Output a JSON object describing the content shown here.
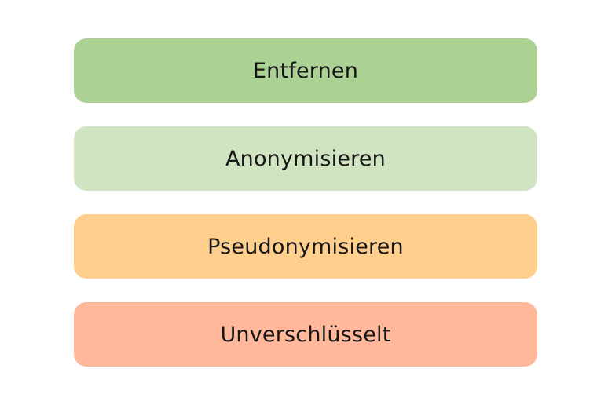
{
  "levels": [
    {
      "label": "Entfernen",
      "color": "#acd195"
    },
    {
      "label": "Anonymisieren",
      "color": "#d0e4c1"
    },
    {
      "label": "Pseudonymisieren",
      "color": "#ffcf8e"
    },
    {
      "label": "Unverschlüsselt",
      "color": "#ffb99a"
    }
  ]
}
